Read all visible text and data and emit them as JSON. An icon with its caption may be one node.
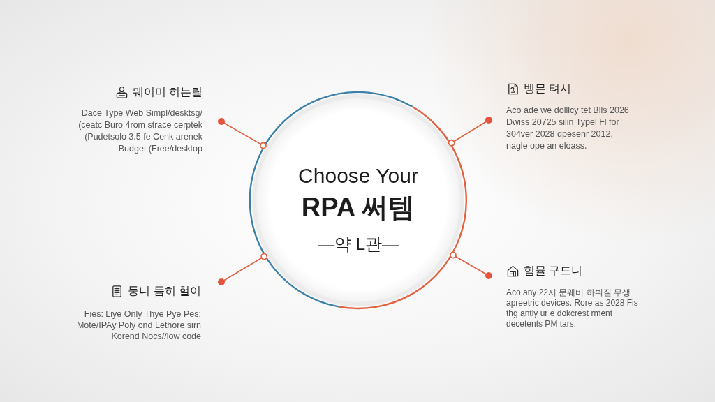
{
  "diagram": {
    "nodes": [
      {
        "text": [
          "Choose Your",
          "RPA 써템",
          "—약 L관—"
        ]
      },
      {
        "text": [
          "뭬이미 히는릴",
          "Dace Type Web Simpl/desktsg/ (ceatc Buro 4rom strace cerptek (Pudetsolo 3.5 fe Cenk arenek Budget (Free/desktop"
        ]
      },
      {
        "text": [
          "뱅믄 텨시",
          "Aco ade we dolllcy tet Blls 2026 Dwiss 20725 silin Typel Fl for 304ver 2028 dpesenr 2012, nagle ope an eloass."
        ]
      },
      {
        "text": [
          "둥니 듬히 헐이",
          "Fies: Liye Only Thye Pye Pes: Mote/IPAy Poly ond Lethore sirn Korend Nocs//low code"
        ]
      },
      {
        "text": [
          "힘뮬 구드니",
          "Aco any 22시 문웨비 하붜질 무생 apreetric devices. Rore as 2028 Fis thg antly ur e dokcrest rment decetents PM tars."
        ]
      }
    ],
    "edges": [
      {
        "from": 1,
        "to": 0,
        "arrow": "other"
      },
      {
        "from": 2,
        "to": 0,
        "arrow": "other"
      },
      {
        "from": 3,
        "to": 0,
        "arrow": "other"
      },
      {
        "from": 4,
        "to": 0,
        "arrow": "other"
      }
    ]
  }
}
